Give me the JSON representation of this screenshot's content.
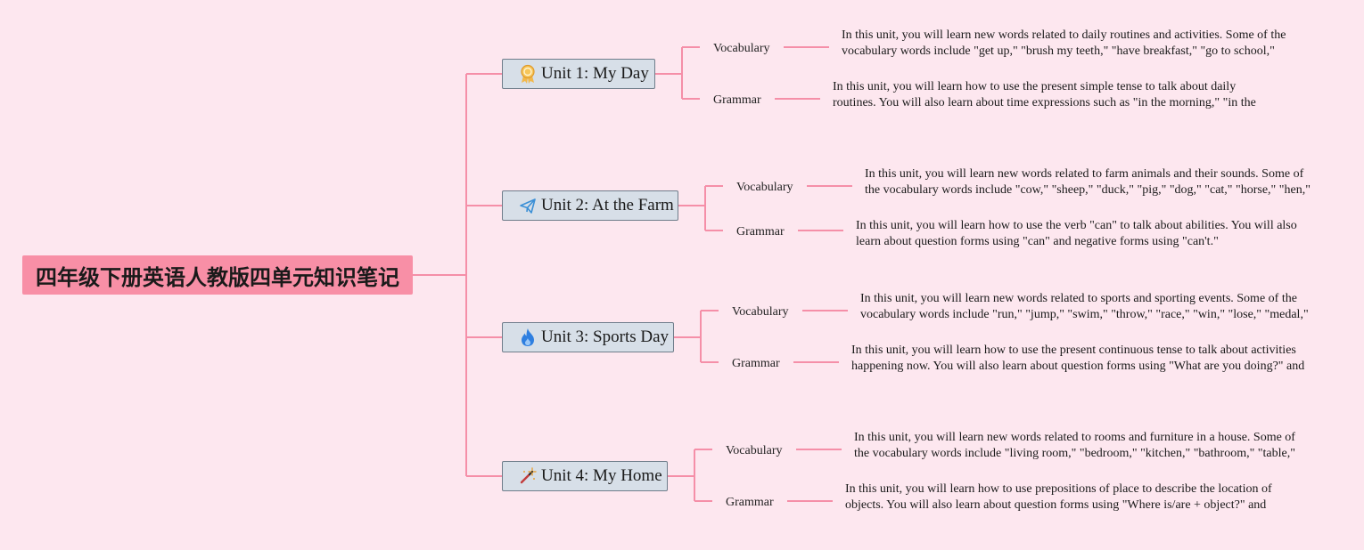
{
  "root": {
    "title": "四年级下册英语人教版四单元知识笔记"
  },
  "units": [
    {
      "title": "Unit 1: My Day",
      "icon": "award-ribbon-icon",
      "vocabulary": {
        "label": "Vocabulary",
        "text": "In this unit, you will learn new words related to daily routines and activities. Some of the vocabulary words include \"get up,\" \"brush my teeth,\" \"have breakfast,\" \"go to school,\" \"have lunch,\" \"do homework,\" \"watch TV,\" and \"go to bed.\""
      },
      "grammar": {
        "label": "Grammar",
        "text": "In this unit, you will learn how to use the present simple tense to talk about daily routines. You will also learn about time expressions such as \"in the morning,\" \"in the afternoon,\" and \"at night.\""
      }
    },
    {
      "title": "Unit 2: At the Farm",
      "icon": "paper-plane-icon",
      "vocabulary": {
        "label": "Vocabulary",
        "text": "In this unit, you will learn new words related to farm animals and their sounds. Some of the vocabulary words include \"cow,\" \"sheep,\" \"duck,\" \"pig,\" \"dog,\" \"cat,\" \"horse,\" \"hen,\" and \"rooster.\""
      },
      "grammar": {
        "label": "Grammar",
        "text": "In this unit, you will learn how to use the verb \"can\" to talk about abilities. You will also learn about question forms using \"can\" and negative forms using \"can't.\""
      }
    },
    {
      "title": "Unit 3: Sports Day",
      "icon": "flame-icon",
      "vocabulary": {
        "label": "Vocabulary",
        "text": "In this unit, you will learn new words related to sports and sporting events. Some of the vocabulary words include \"run,\" \"jump,\" \"swim,\" \"throw,\" \"race,\" \"win,\" \"lose,\" \"medal,\" \"team,\" and \"cheer.\""
      },
      "grammar": {
        "label": "Grammar",
        "text": "In this unit, you will learn how to use the present continuous tense to talk about activities happening now. You will also learn about question forms using \"What are you doing?\" and negative forms using \"I'm not + verb + -ing.\""
      }
    },
    {
      "title": "Unit 4: My Home",
      "icon": "magic-wand-icon",
      "vocabulary": {
        "label": "Vocabulary",
        "text": "In this unit, you will learn new words related to rooms and furniture in a house. Some of the vocabulary words include \"living room,\" \"bedroom,\" \"kitchen,\" \"bathroom,\" \"table,\" \"chair,\" \"bed,\" \"sofa,\" \"fridge,\" \"sink,\" \"toilet,\" and \"shower.\""
      },
      "grammar": {
        "label": "Grammar",
        "text": "In this unit, you will learn how to use prepositions of place to describe the location of objects. You will also learn about question forms using \"Where is/are + object?\" and negative forms using \"It's/They're not + preposition + object.\""
      }
    }
  ],
  "colors": {
    "connector": "#f58fa8",
    "root_fill": "#f88fa6",
    "unit_fill": "#d7dfe8",
    "background": "#fde7ef"
  }
}
